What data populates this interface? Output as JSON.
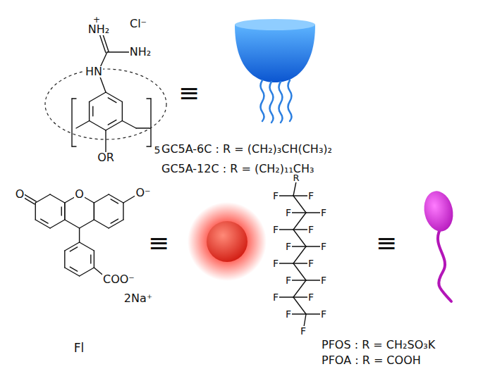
{
  "diagram": {
    "labels": [
      "+",
      "NH₂",
      "Cl⁻",
      "HN",
      "NH₂",
      "5",
      "OR",
      "≡",
      "GC5A-6C : R = (CH₂)₃CH(CH₃)₂",
      "GC5A-12C : R = (CH₂)₁₁CH₃",
      "O",
      "O",
      "O⁻",
      "COO⁻",
      "2Na⁺",
      "Fl",
      "≡",
      "≡",
      "R",
      "F",
      "F",
      "F",
      "F",
      "F",
      "F",
      "F",
      "F",
      "F",
      "F",
      "F",
      "F",
      "F",
      "F",
      "F",
      "F",
      "F",
      "PFOS : R = CH₂SO₃K",
      "PFOA : R = COOH"
    ]
  }
}
